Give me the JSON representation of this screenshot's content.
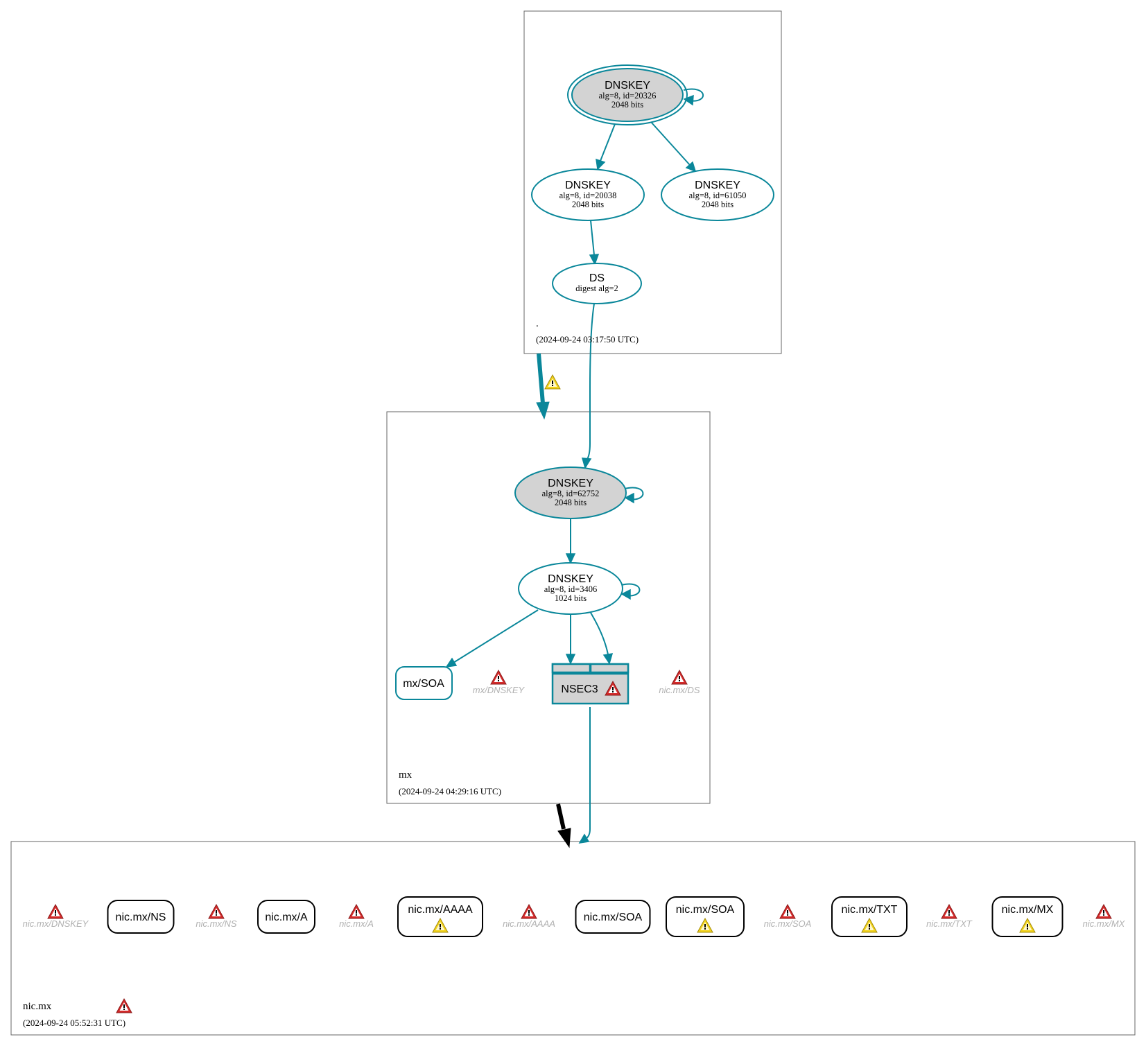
{
  "colors": {
    "edge": "#0a879a",
    "node_fill_ksk": "#d3d3d3",
    "rr_border": "#000000",
    "warning_red": "#d42a2a",
    "warning_yellow": "#f2d31b",
    "missing_text": "#b0b0b0"
  },
  "zones": {
    "root": {
      "name": ".",
      "timestamp": "(2024-09-24 03:17:50 UTC)"
    },
    "mx": {
      "name": "mx",
      "timestamp": "(2024-09-24 04:29:16 UTC)"
    },
    "nicmx": {
      "name": "nic.mx",
      "timestamp": "(2024-09-24 05:52:31 UTC)",
      "status_icon": "error-warning-icon"
    }
  },
  "nodes": {
    "root_ksk": {
      "title": "DNSKEY",
      "line1": "alg=8, id=20326",
      "line2": "2048 bits"
    },
    "root_zsk1": {
      "title": "DNSKEY",
      "line1": "alg=8, id=20038",
      "line2": "2048 bits"
    },
    "root_zsk2": {
      "title": "DNSKEY",
      "line1": "alg=8, id=61050",
      "line2": "2048 bits"
    },
    "root_ds": {
      "title": "DS",
      "line1": "digest alg=2"
    },
    "mx_ksk": {
      "title": "DNSKEY",
      "line1": "alg=8, id=62752",
      "line2": "2048 bits"
    },
    "mx_zsk": {
      "title": "DNSKEY",
      "line1": "alg=8, id=3406",
      "line2": "1024 bits"
    },
    "mx_soa": {
      "label": "mx/SOA"
    },
    "mx_nsec3": {
      "label": "NSEC3"
    },
    "mx_missing_dnskey": {
      "label": "mx/DNSKEY"
    },
    "mx_missing_ds": {
      "label": "nic.mx/DS"
    }
  },
  "nicmx_items": [
    {
      "kind": "missing",
      "label": "nic.mx/DNSKEY"
    },
    {
      "kind": "rr",
      "label": "nic.mx/NS"
    },
    {
      "kind": "missing",
      "label": "nic.mx/NS"
    },
    {
      "kind": "rr",
      "label": "nic.mx/A"
    },
    {
      "kind": "missing",
      "label": "nic.mx/A"
    },
    {
      "kind": "rr-warn",
      "label": "nic.mx/AAAA"
    },
    {
      "kind": "missing",
      "label": "nic.mx/AAAA"
    },
    {
      "kind": "rr",
      "label": "nic.mx/SOA"
    },
    {
      "kind": "rr-warn",
      "label": "nic.mx/SOA"
    },
    {
      "kind": "missing",
      "label": "nic.mx/SOA"
    },
    {
      "kind": "rr-warn",
      "label": "nic.mx/TXT"
    },
    {
      "kind": "missing",
      "label": "nic.mx/TXT"
    },
    {
      "kind": "rr-warn",
      "label": "nic.mx/MX"
    },
    {
      "kind": "missing",
      "label": "nic.mx/MX"
    }
  ]
}
